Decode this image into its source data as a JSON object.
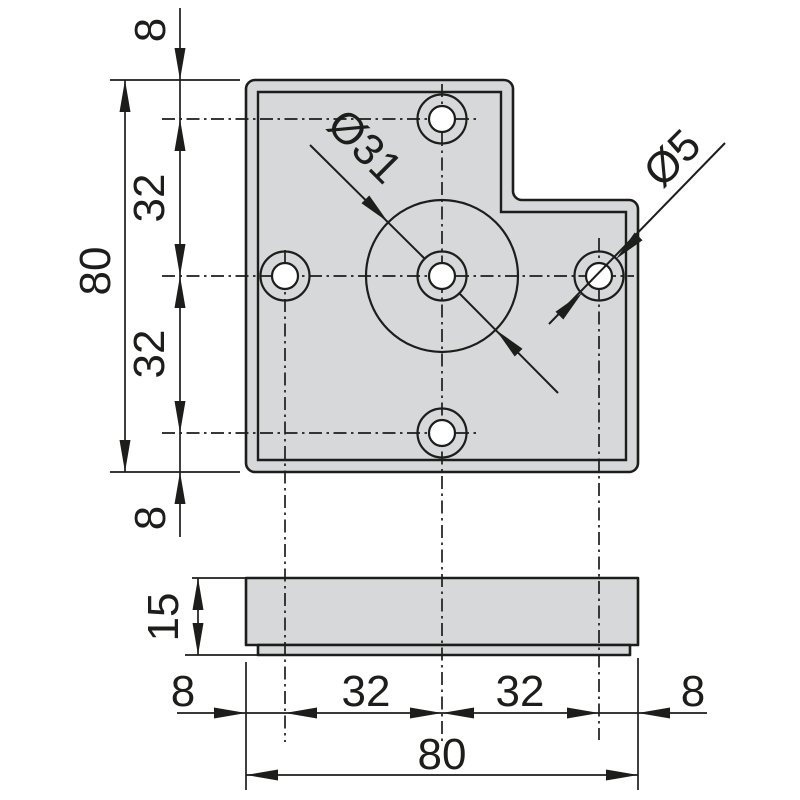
{
  "colors": {
    "part_fill": "#d6d8da",
    "line": "#1d1d1b",
    "hole_fill": "#ffffff",
    "background": "#ffffff"
  },
  "top_view": {
    "vertical_dims": {
      "top_offset": "8",
      "upper_pitch": "32",
      "total": "80",
      "lower_pitch": "32",
      "bottom_offset": "8"
    },
    "diameter_labels": {
      "center_circle": "Ø31",
      "screw_hole": "Ø5"
    }
  },
  "side_view": {
    "height": "15"
  },
  "horizontal_dims": {
    "left_offset": "8",
    "left_pitch": "32",
    "right_pitch": "32",
    "right_offset": "8",
    "total": "80"
  }
}
